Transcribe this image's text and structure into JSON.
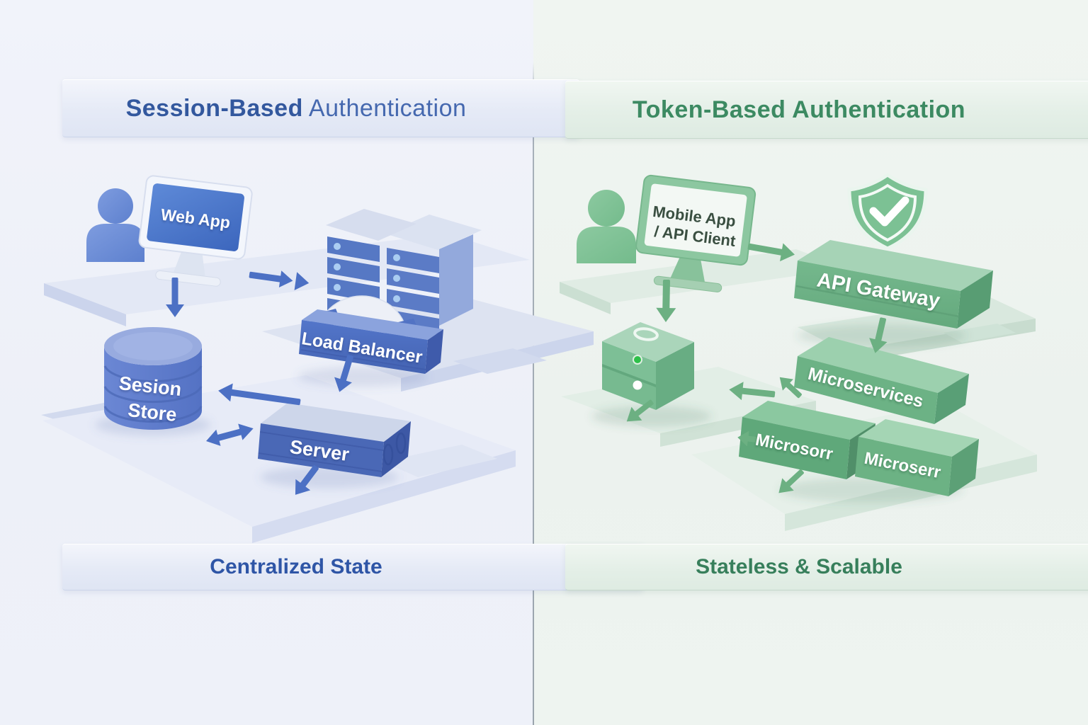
{
  "left": {
    "theme": {
      "accent": "#4a6fc4",
      "title_color": "#3a5fae",
      "caption_color": "#2e55a6",
      "background": "#eef1f8"
    },
    "title": {
      "bold": "Session-Based",
      "regular": " Authentication"
    },
    "caption": "Centralized State",
    "client": {
      "screen_label": "Web App"
    },
    "load_balancer": {
      "label": "Load Balancer"
    },
    "session_store": {
      "line1": "Sesion",
      "line2": "Store"
    },
    "server": {
      "label": "Server"
    }
  },
  "right": {
    "theme": {
      "accent": "#6cb082",
      "title_color": "#3c8a62",
      "caption_color": "#377f5b",
      "background": "#eef4f0"
    },
    "title": {
      "bold": "Token-Based Authentication"
    },
    "caption": "Stateless & Scalable",
    "client": {
      "screen_line1": "Mobile App",
      "screen_line2": "/ API Client"
    },
    "api_gateway": {
      "label": "API Gateway"
    },
    "microservices": {
      "label": "Microservices"
    },
    "microservice_a": {
      "label": "Microsorr"
    },
    "microservice_b": {
      "label": "Microserr"
    }
  }
}
